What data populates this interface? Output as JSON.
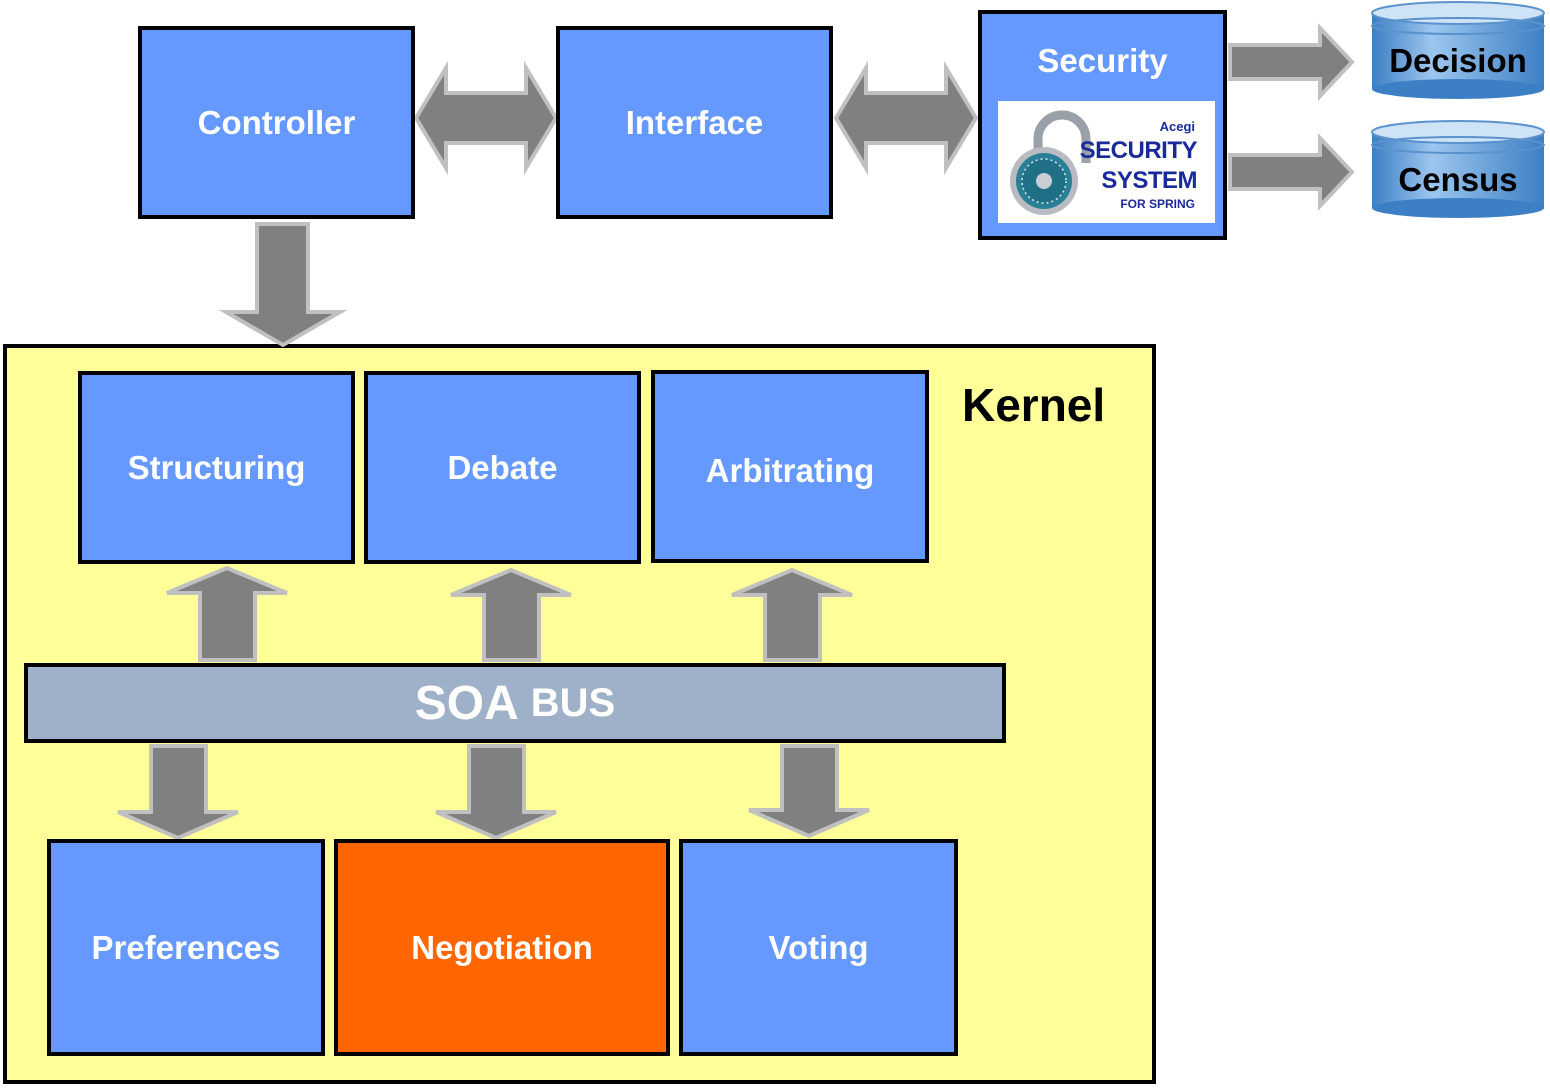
{
  "top": {
    "controller": "Controller",
    "interface": "Interface",
    "security": "Security"
  },
  "logo": {
    "line1": "Acegi",
    "line2": "SECURITY",
    "line3": "SYSTEM",
    "line4": "FOR SPRING",
    "icon": "padlock-icon"
  },
  "databases": {
    "decision": "Decision",
    "census": "Census"
  },
  "kernel": {
    "title": "Kernel",
    "upper": [
      "Structuring",
      "Debate",
      "Arbitrating"
    ],
    "lower": [
      "Preferences",
      "Negotiation",
      "Voting"
    ],
    "bus_word1": "SOA",
    "bus_word2": "BUS"
  },
  "colors": {
    "box_blue": "#6699ff",
    "highlight_orange": "#ff6600",
    "kernel_yellow": "#ffff99",
    "bus_gray": "#9fb1c8",
    "arrow_gray": "#808080",
    "db_blue": "#6fa8dc"
  }
}
